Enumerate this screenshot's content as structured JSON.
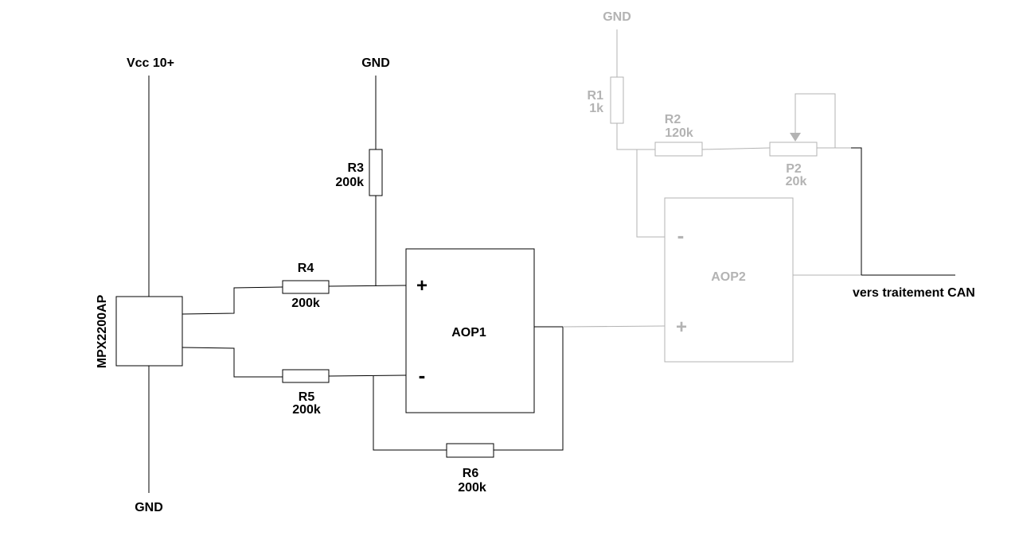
{
  "colors": {
    "main": "#000000",
    "dimmed": "#b3b3b3",
    "background": "#ffffff"
  },
  "sensor": {
    "name": "MPX2200AP",
    "vcc_label": "Vcc 10+",
    "gnd_label": "GND"
  },
  "r3": {
    "gnd_label": "GND",
    "name": "R3",
    "value": "200k"
  },
  "r4": {
    "name": "R4",
    "value": "200k"
  },
  "r5": {
    "name": "R5",
    "value": "200k"
  },
  "r6": {
    "name": "R6",
    "value": "200k"
  },
  "aop1": {
    "name": "AOP1",
    "plus": "+",
    "minus": "-"
  },
  "aop2": {
    "name": "AOP2",
    "plus": "+",
    "minus": "-"
  },
  "r1": {
    "gnd_label": "GND",
    "name": "R1",
    "value": "1k"
  },
  "r2": {
    "name": "R2",
    "value": "120k"
  },
  "p2": {
    "name": "P2",
    "value": "20k"
  },
  "output": {
    "label": "vers traitement CAN"
  }
}
